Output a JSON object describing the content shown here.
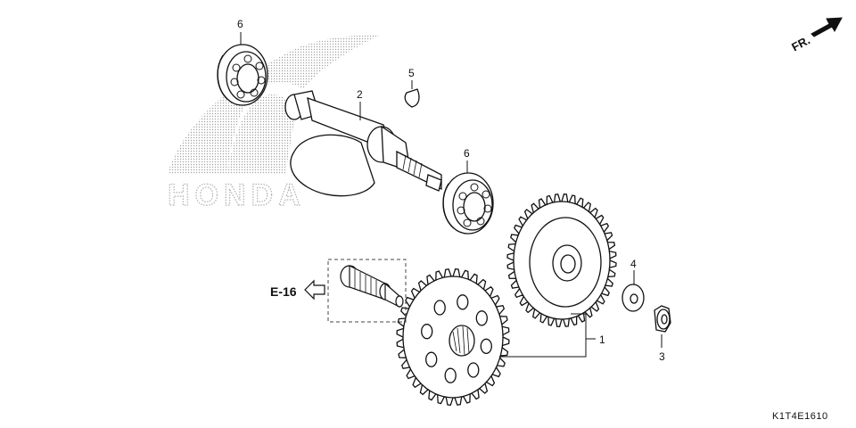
{
  "diagram_code": "K1T4E1610",
  "orientation": {
    "label": "FR.",
    "icon": "front-direction-arrow-icon"
  },
  "reference": {
    "label": "E-16",
    "icon": "hollow-left-arrow-icon"
  },
  "watermark": {
    "text": "HONDA",
    "icon": "wing-logo-icon"
  },
  "callouts": [
    {
      "id": "c1",
      "text": "1",
      "part": "balancer-gear-assembly"
    },
    {
      "id": "c2",
      "text": "2",
      "part": "balancer-shaft"
    },
    {
      "id": "c3",
      "text": "3",
      "part": "nut"
    },
    {
      "id": "c4",
      "text": "4",
      "part": "washer"
    },
    {
      "id": "c5",
      "text": "5",
      "part": "woodruff-key"
    },
    {
      "id": "c6a",
      "text": "6",
      "part": "bearing-upper"
    },
    {
      "id": "c6b",
      "text": "6",
      "part": "bearing-lower"
    }
  ]
}
